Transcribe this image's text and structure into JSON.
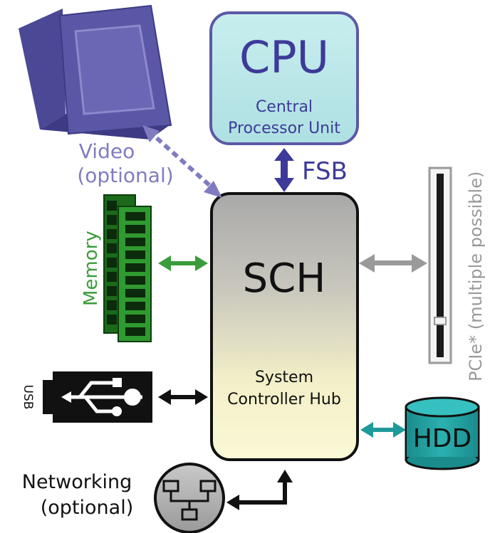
{
  "cpu": {
    "title": "CPU",
    "subtitle_line1": "Central",
    "subtitle_line2": "Processor Unit"
  },
  "fsb": {
    "label": "FSB"
  },
  "sch": {
    "title": "SCH",
    "subtitle_line1": "System",
    "subtitle_line2": "Controller Hub"
  },
  "video": {
    "line1": "Video",
    "line2": "(optional)",
    "icon": "monitor-icon"
  },
  "memory": {
    "label": "Memory",
    "icon": "memory-module-icon"
  },
  "pcie": {
    "label": "PCIe* (multiple possible)",
    "icon": "pcie-slot-icon"
  },
  "usb": {
    "label": "USB",
    "icon": "usb-icon"
  },
  "hdd": {
    "label": "HDD",
    "icon": "hard-disk-icon"
  },
  "networking": {
    "line1": "Networking",
    "line2": "(optional)",
    "icon": "network-icon"
  },
  "colors": {
    "cpu_fill": "#bfe8e8",
    "cpu_stroke": "#5b59a6",
    "fsb": "#3d3a99",
    "video": "#7f7cc0",
    "monitor": "#5855a3",
    "memory": "#3a9c3a",
    "pcie": "#9a9a9a",
    "usb": "#111111",
    "hdd": "#1f9a9a",
    "networking": "#111111"
  }
}
